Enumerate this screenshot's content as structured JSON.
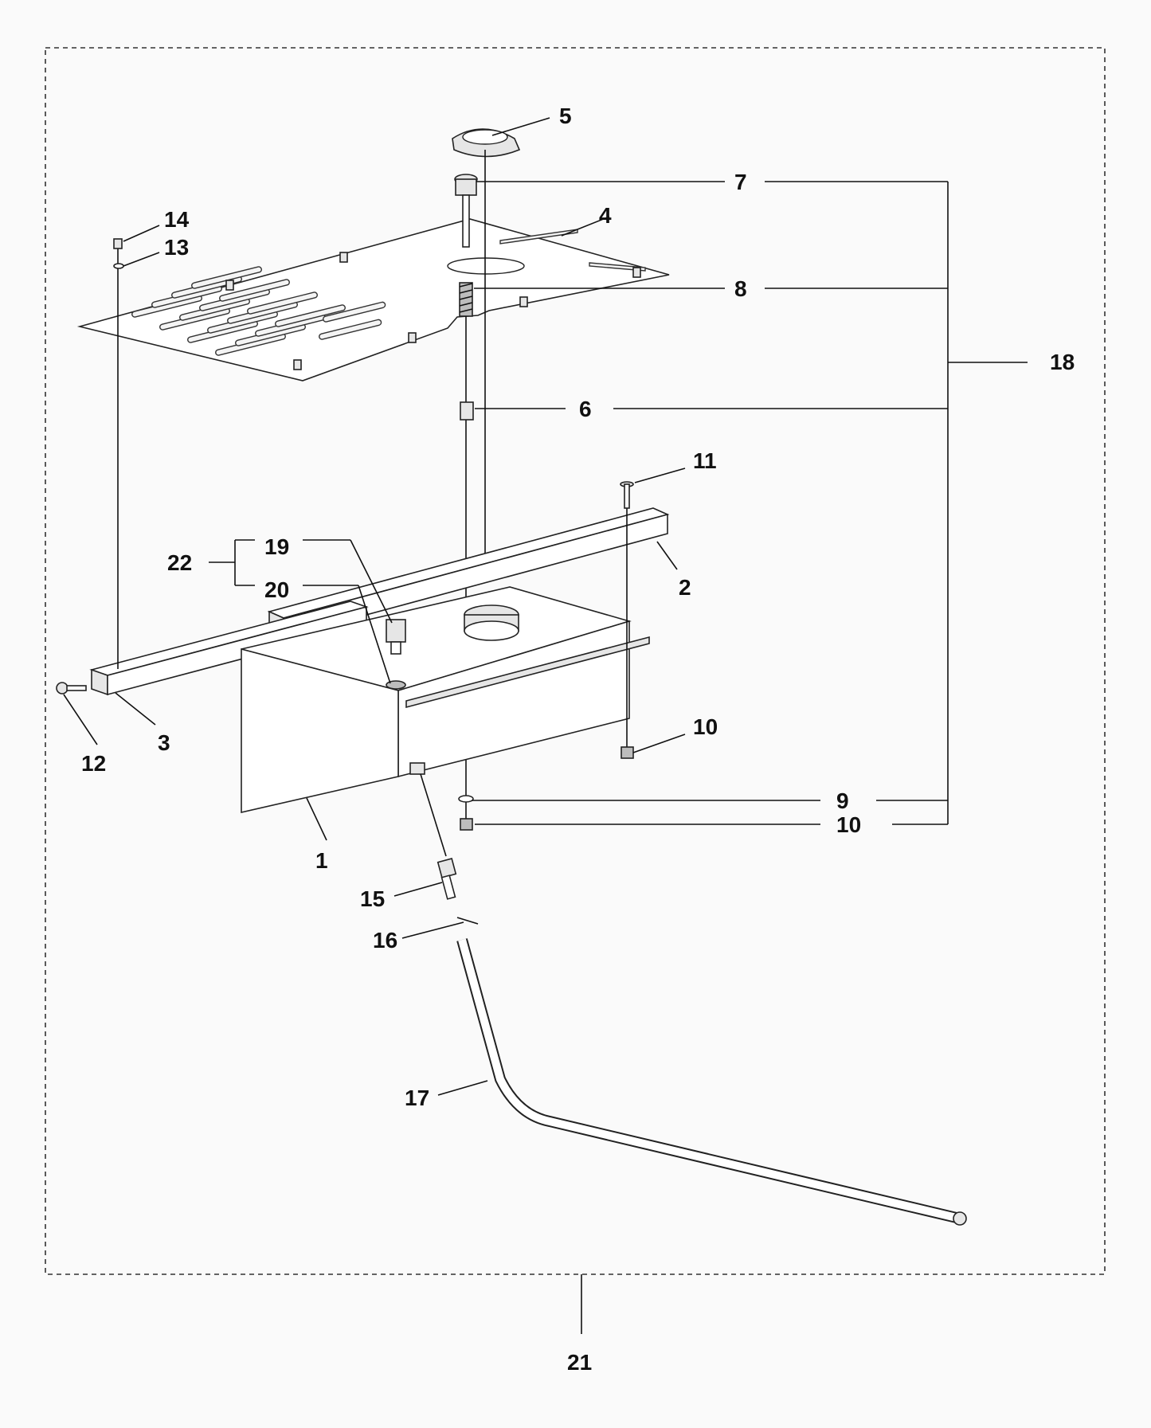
{
  "callouts": {
    "c1": "1",
    "c2": "2",
    "c3": "3",
    "c4": "4",
    "c5": "5",
    "c6": "6",
    "c7": "7",
    "c8": "8",
    "c9": "9",
    "c10a": "10",
    "c10b": "10",
    "c11": "11",
    "c12": "12",
    "c13": "13",
    "c14": "14",
    "c15": "15",
    "c16": "16",
    "c17": "17",
    "c18": "18",
    "c19": "19",
    "c20": "20",
    "c21": "21",
    "c22": "22"
  },
  "colors": {
    "line": "#111111",
    "background": "#fafafa"
  }
}
